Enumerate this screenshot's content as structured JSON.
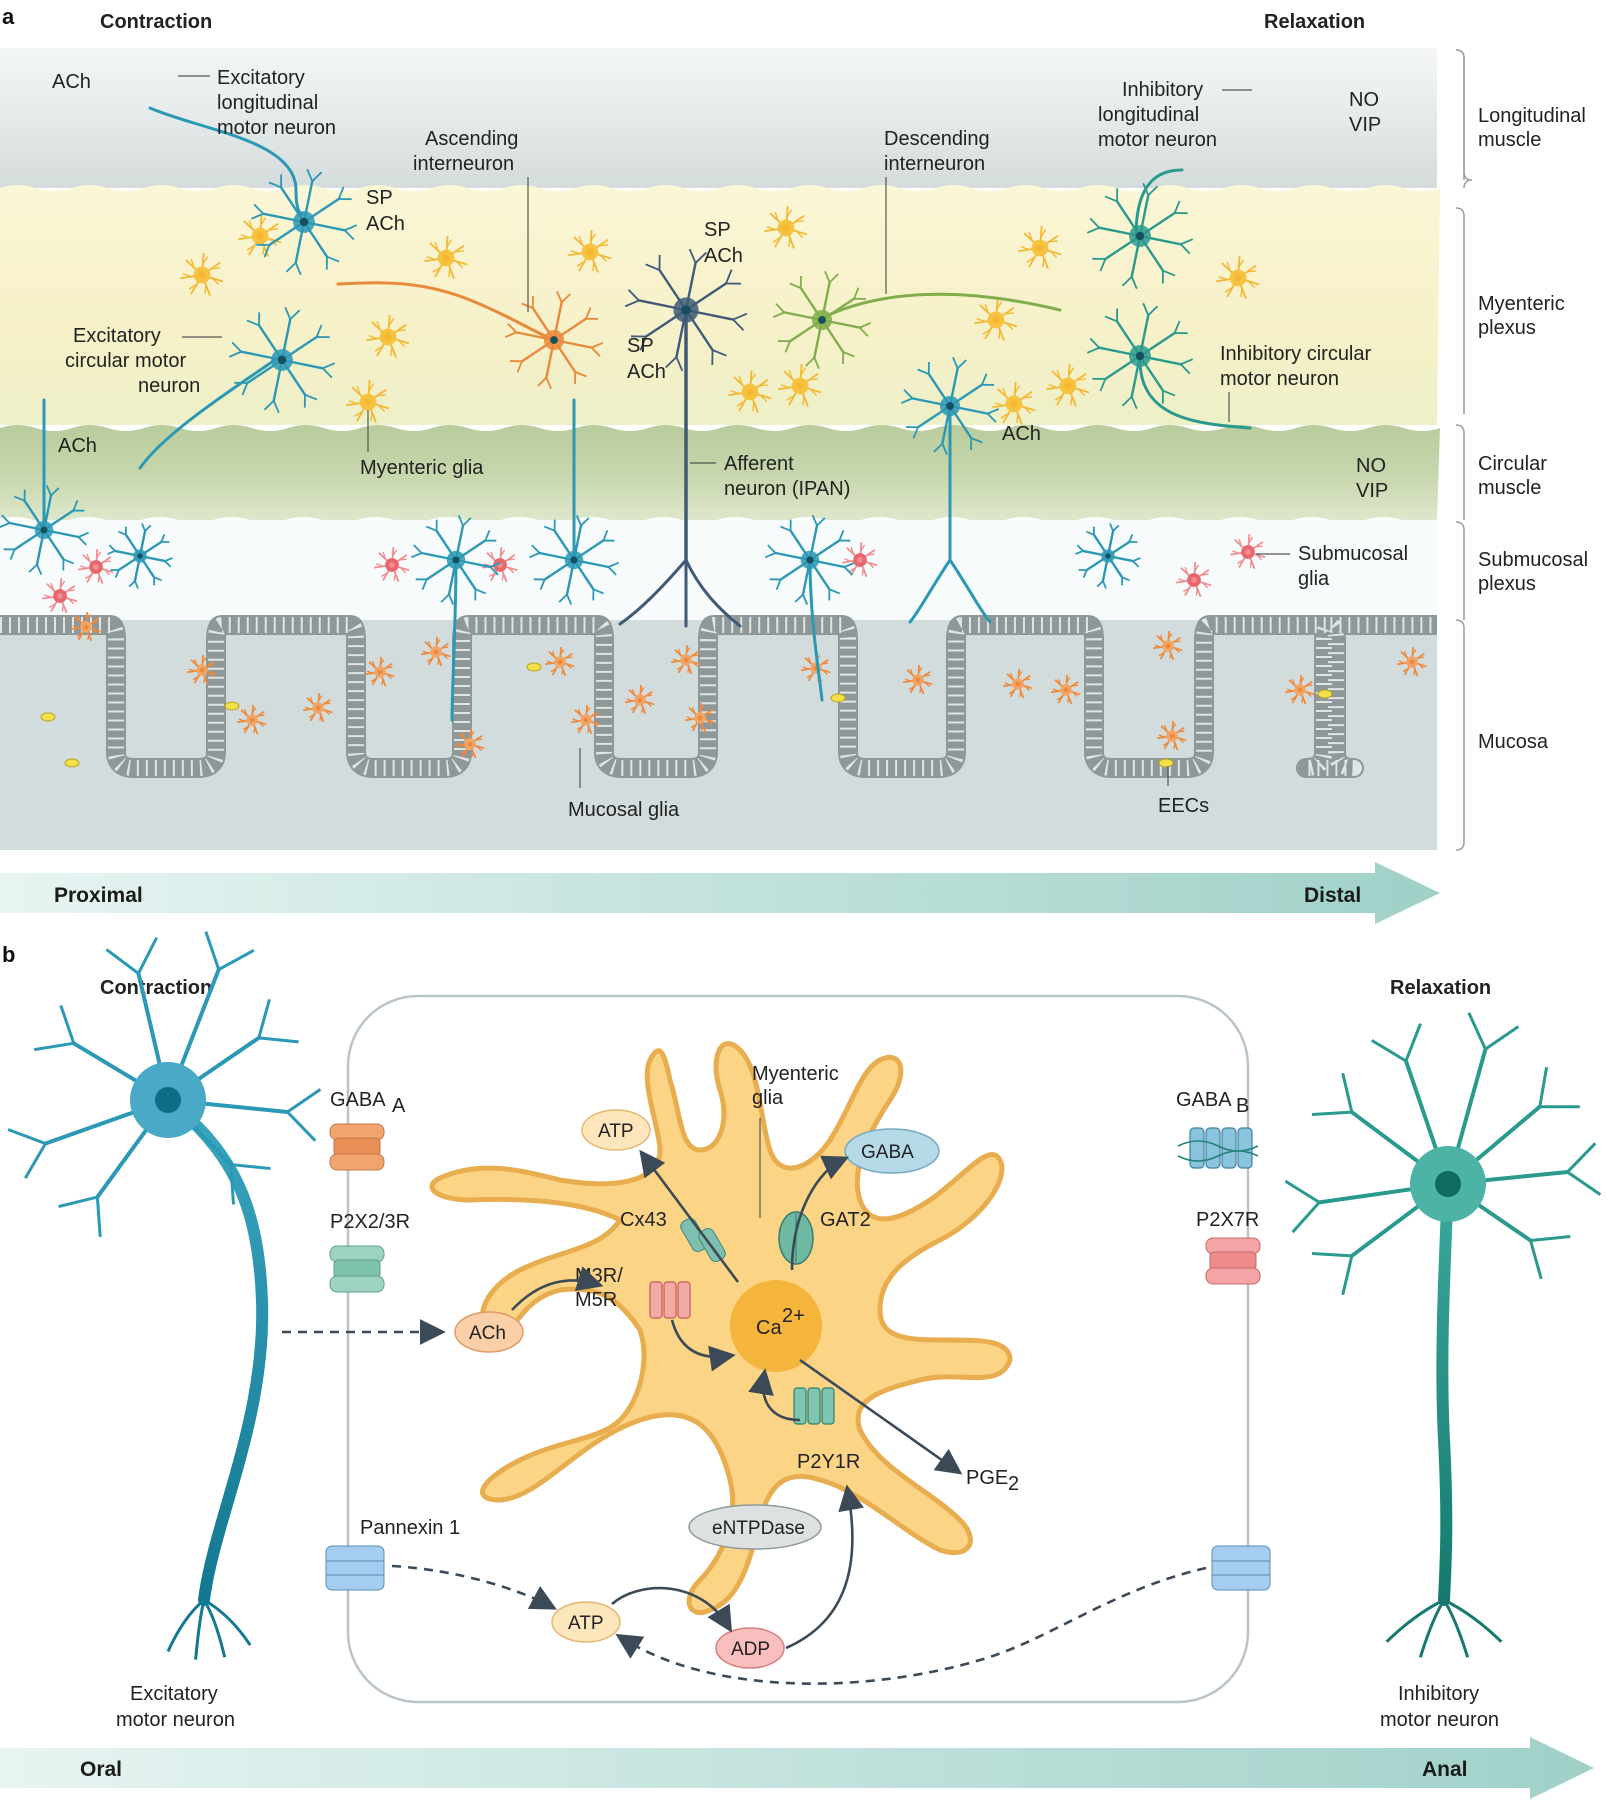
{
  "panel_a": {
    "letter": "a",
    "contraction": "Contraction",
    "relaxation": "Relaxation",
    "layers": [
      {
        "label": [
          "Longitudinal",
          "muscle"
        ]
      },
      {
        "label": [
          "Myenteric",
          "plexus"
        ]
      },
      {
        "label": [
          "Circular",
          "muscle"
        ]
      },
      {
        "label": [
          "Submucosal",
          "plexus"
        ]
      },
      {
        "label": [
          "Mucosa"
        ]
      }
    ],
    "labels": {
      "ach_top_left": "ACh",
      "excitatory_long": [
        "Excitatory",
        "longitudinal",
        "motor neuron"
      ],
      "sp1": "SP",
      "ach1": "ACh",
      "ascending": [
        "Ascending",
        "interneuron"
      ],
      "sp2": "SP",
      "ach2": "ACh",
      "descending": [
        "Descending",
        "interneuron"
      ],
      "inhibitory_long": [
        "Inhibitory",
        "longitudinal",
        "motor neuron"
      ],
      "no1": "NO",
      "vip1": "VIP",
      "excitatory_circ": [
        "Excitatory",
        "circular motor",
        "neuron"
      ],
      "sp3": "SP",
      "ach3": "ACh",
      "inhibitory_circ": [
        "Inhibitory circular",
        "motor neuron"
      ],
      "ach_left": "ACh",
      "myenteric_glia": "Myenteric glia",
      "afferent": [
        "Afferent",
        "neuron (IPAN)"
      ],
      "ach_right": "ACh",
      "no2": "NO",
      "vip2": "VIP",
      "submucosal_glia": [
        "Submucosal",
        "glia"
      ],
      "mucosal_glia": "Mucosal glia",
      "eecs": "EECs"
    },
    "axis_arrow": {
      "start": "Proximal",
      "end": "Distal"
    }
  },
  "panel_b": {
    "letter": "b",
    "contraction": "Contraction",
    "relaxation": "Relaxation",
    "excitatory_neuron": [
      "Excitatory",
      "motor neuron"
    ],
    "inhibitory_neuron": [
      "Inhibitory",
      "motor neuron"
    ],
    "receptors_left": {
      "gaba_a": "GABA",
      "gaba_a_sub": "A",
      "p2x": "P2X2/3R",
      "pannexin": "Pannexin 1"
    },
    "receptors_right": {
      "gaba_b": "GABA",
      "gaba_b_sub": "B",
      "p2x7": "P2X7R"
    },
    "glia": {
      "label": [
        "Myenteric",
        "glia"
      ],
      "atp_top": "ATP",
      "gaba": "GABA",
      "cx43": "Cx43",
      "gat2": "GAT2",
      "m3r": [
        "M3R/",
        "M5R"
      ],
      "ach": "ACh",
      "ca": "Ca",
      "ca_sup": "2+",
      "p2y1r": "P2Y1R",
      "pge": "PGE",
      "pge_sub": "2",
      "entpdase": "eNTPDase",
      "atp_bottom": "ATP",
      "adp": "ADP"
    },
    "axis_arrow": {
      "start": "Oral",
      "end": "Anal"
    }
  },
  "colors": {
    "excitatory": "#2b98b5",
    "inhibitory": "#2a9a8e",
    "afferent": "#3e5a78",
    "ascending": "#e88a3c",
    "descending": "#7fae4a",
    "glia_yellow": "#f7c240",
    "glia_red": "#e8676d",
    "arrow_fill": "#bfe3dd"
  }
}
